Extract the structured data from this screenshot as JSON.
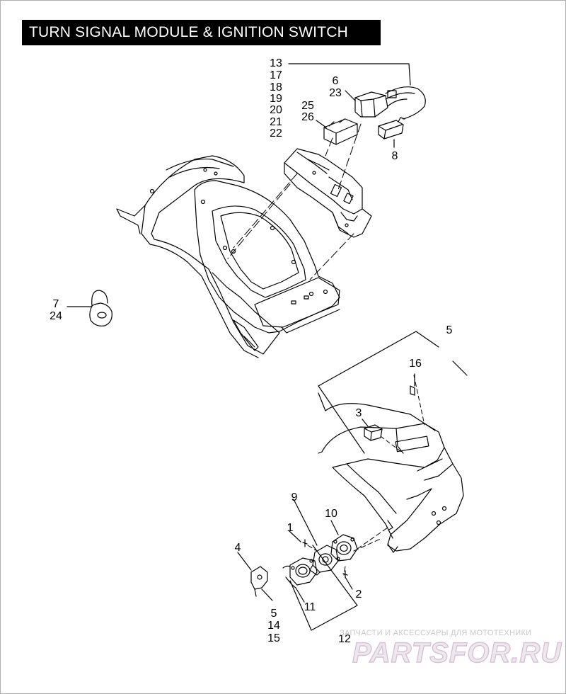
{
  "title": "TURN SIGNAL MODULE & IGNITION SWITCH",
  "callouts": {
    "c13": "13",
    "c17": "17",
    "c18": "18",
    "c19": "19",
    "c20": "20",
    "c21": "21",
    "c22": "22",
    "c6": "6",
    "c23": "23",
    "c25": "25",
    "c26": "26",
    "c8": "8",
    "c7": "7",
    "c24": "24",
    "c5a": "5",
    "c16": "16",
    "c3": "3",
    "c9": "9",
    "c10": "10",
    "c1": "1",
    "c4": "4",
    "c2": "2",
    "c11": "11",
    "c5b": "5",
    "c14": "14",
    "c15": "15",
    "c12": "12"
  },
  "watermark": {
    "sub": "ЗАПЧАСТИ И АКСЕССУАРЫ ДЛЯ МОТОТЕХНИКИ",
    "brand": "PARTSFOR.RU"
  },
  "colors": {
    "line": "#000000",
    "title_bg": "#000000",
    "title_fg": "#ffffff",
    "watermark": "#d9c1d6"
  }
}
